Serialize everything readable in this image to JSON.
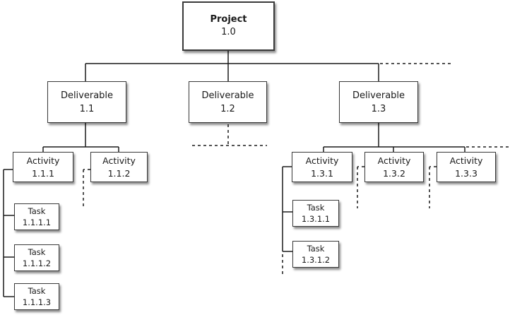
{
  "project": {
    "title": "Project",
    "number": "1.0"
  },
  "deliverables": [
    {
      "title": "Deliverable",
      "number": "1.1"
    },
    {
      "title": "Deliverable",
      "number": "1.2"
    },
    {
      "title": "Deliverable",
      "number": "1.3"
    }
  ],
  "activities": [
    {
      "title": "Activity",
      "number": "1.1.1"
    },
    {
      "title": "Activity",
      "number": "1.1.2"
    },
    {
      "title": "Activity",
      "number": "1.3.1"
    },
    {
      "title": "Activity",
      "number": "1.3.2"
    },
    {
      "title": "Activity",
      "number": "1.3.3"
    }
  ],
  "tasks": [
    {
      "title": "Task",
      "number": "1.1.1.1"
    },
    {
      "title": "Task",
      "number": "1.1.1.2"
    },
    {
      "title": "Task",
      "number": "1.1.1.3"
    },
    {
      "title": "Task",
      "number": "1.3.1.1"
    },
    {
      "title": "Task",
      "number": "1.3.1.2"
    }
  ],
  "colors": {
    "line": "#1a1a1a",
    "border": "#3a3a3a",
    "text": "#1a1a1a"
  }
}
